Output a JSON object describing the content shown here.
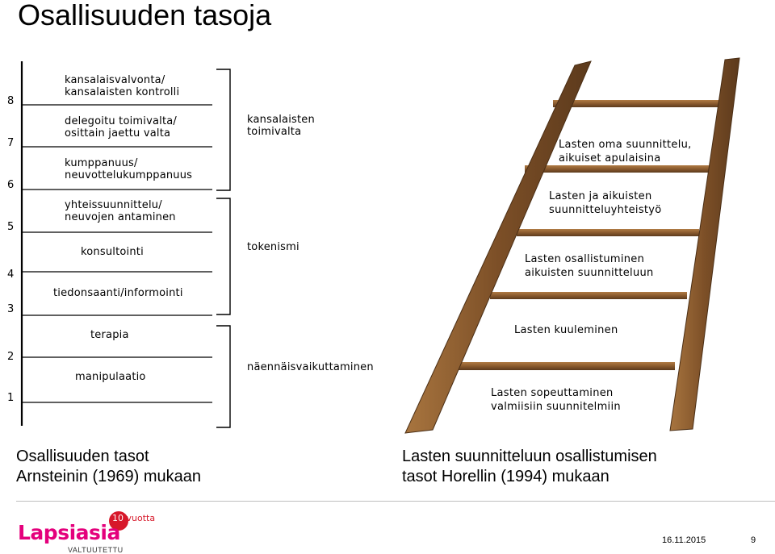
{
  "title": "Osallisuuden tasoja",
  "arnstein": {
    "levels": [
      {
        "num": "8",
        "text": "kansalaisvalvonta/\nkansalaisten kontrolli"
      },
      {
        "num": "7",
        "text": "delegoitu toimivalta/\nosittain jaettu valta"
      },
      {
        "num": "6",
        "text": "kumppanuus/\nneuvottelukumppanuus"
      },
      {
        "num": "5",
        "text": "yhteissuunnittelu/\nneuvojen antaminen"
      },
      {
        "num": "4",
        "text": "konsultointi"
      },
      {
        "num": "3",
        "text": "tiedonsaanti/informointi"
      },
      {
        "num": "2",
        "text": "terapia"
      },
      {
        "num": "1",
        "text": "manipulaatio"
      }
    ],
    "groups": [
      "kansalaisten\ntoimivalta",
      "tokenismi",
      "näennäisvaikuttaminen"
    ],
    "caption": "Osallisuuden tasot\nArnsteinin (1969) mukaan"
  },
  "horelli": {
    "rungs": [
      "Lasten oma suunnittelu,\naikuiset apulaisina",
      "Lasten ja aikuisten\nsuunnitteluyhteistyö",
      "Lasten osallistuminen\naikuisten suunnitteluun",
      "Lasten kuuleminen",
      "Lasten sopeuttaminen\nvalmiisiin suunnitelmiin"
    ],
    "caption": "Lasten suunnitteluun osallistumisen\ntasot Horellin (1994) mukaan"
  },
  "footer": {
    "logo": "Lapsiasia",
    "logo_badge": "10 vuotta",
    "logo_sub": "VALTUUTETTU",
    "date": "16.11.2015",
    "page": "9"
  },
  "colors": {
    "wood_dark": "#5c3a1c",
    "wood_mid": "#8a5a2e",
    "wood_light": "#a8753f",
    "logo_red": "#d7182a",
    "logo_pink": "#e4007c"
  }
}
